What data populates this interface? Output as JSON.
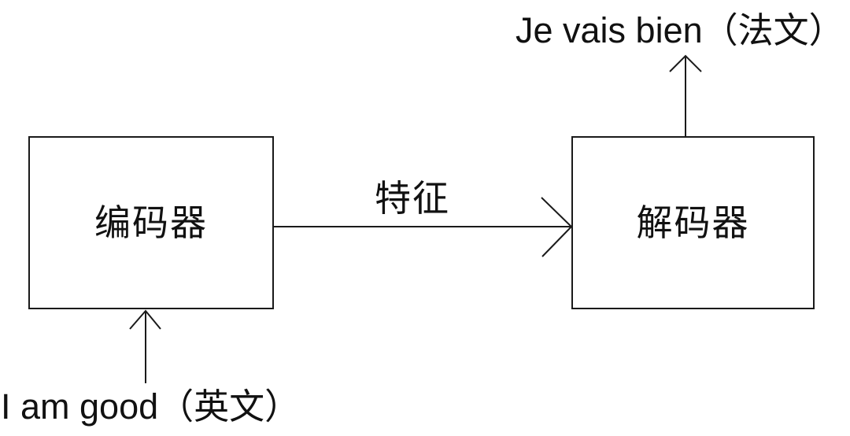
{
  "diagram": {
    "title_hint": "encoder-decoder translation diagram",
    "encoder": {
      "label": "编码器"
    },
    "decoder": {
      "label": "解码器"
    },
    "feature_arrow": {
      "label": "特征"
    },
    "input_text": {
      "label": "I am good（英文）"
    },
    "output_text": {
      "label": "Je vais bien（法文）"
    }
  },
  "colors": {
    "background": "#ffffff",
    "line": "#1a1a1a",
    "text": "#111111"
  }
}
